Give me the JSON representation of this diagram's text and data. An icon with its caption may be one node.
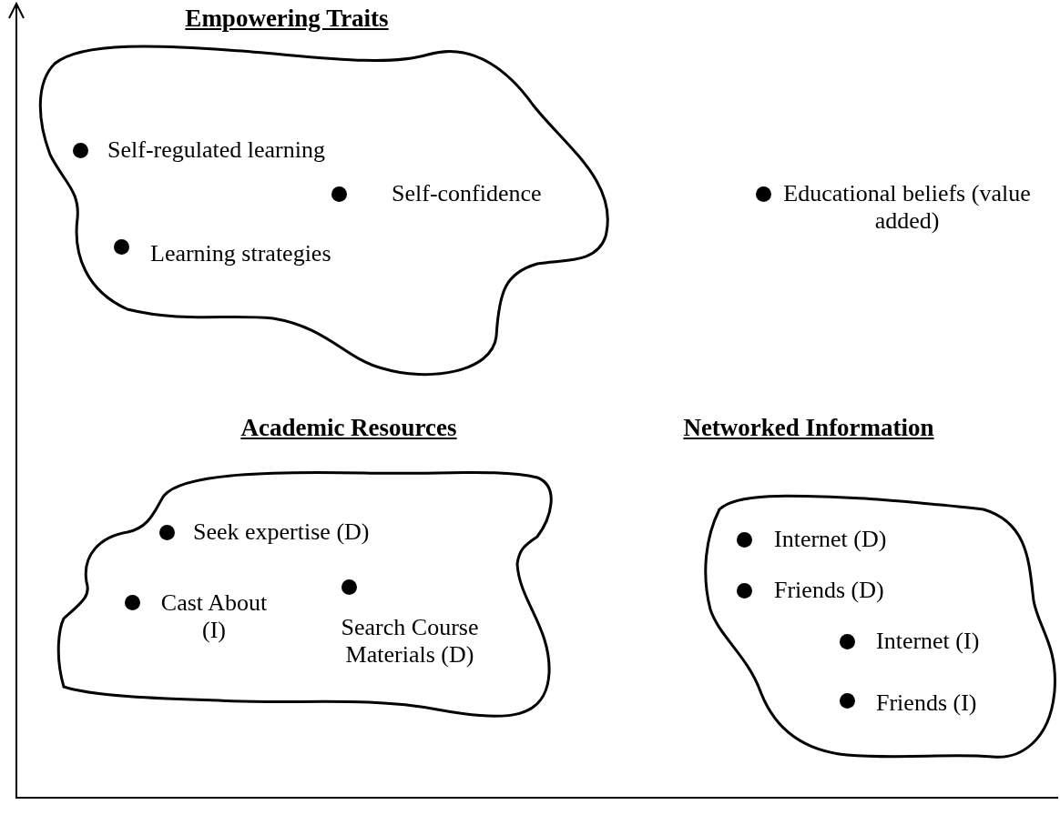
{
  "diagram": {
    "nodes": [
      {
        "text": [
          "Empowering Traits"
        ]
      },
      {
        "text": [
          "Self-regulated learning"
        ],
        "in": 0
      },
      {
        "text": [
          "Self-confidence"
        ],
        "in": 0
      },
      {
        "text": [
          "Learning strategies"
        ],
        "in": 0
      },
      {
        "text": [
          "Educational beliefs (value added)"
        ]
      },
      {
        "text": [
          "Academic Resources"
        ]
      },
      {
        "text": [
          "Seek expertise (D)"
        ],
        "in": 5
      },
      {
        "text": [
          "Cast About (I)"
        ],
        "in": 5
      },
      {
        "text": [
          "Search Course Materials (D)"
        ],
        "in": 5
      },
      {
        "text": [
          "Networked Information"
        ]
      },
      {
        "text": [
          "Internet (D)"
        ],
        "in": 9
      },
      {
        "text": [
          "Friends (D)"
        ],
        "in": 9
      },
      {
        "text": [
          "Internet (I)"
        ],
        "in": 9
      },
      {
        "text": [
          "Friends (I)"
        ],
        "in": 9
      }
    ],
    "edges": []
  }
}
